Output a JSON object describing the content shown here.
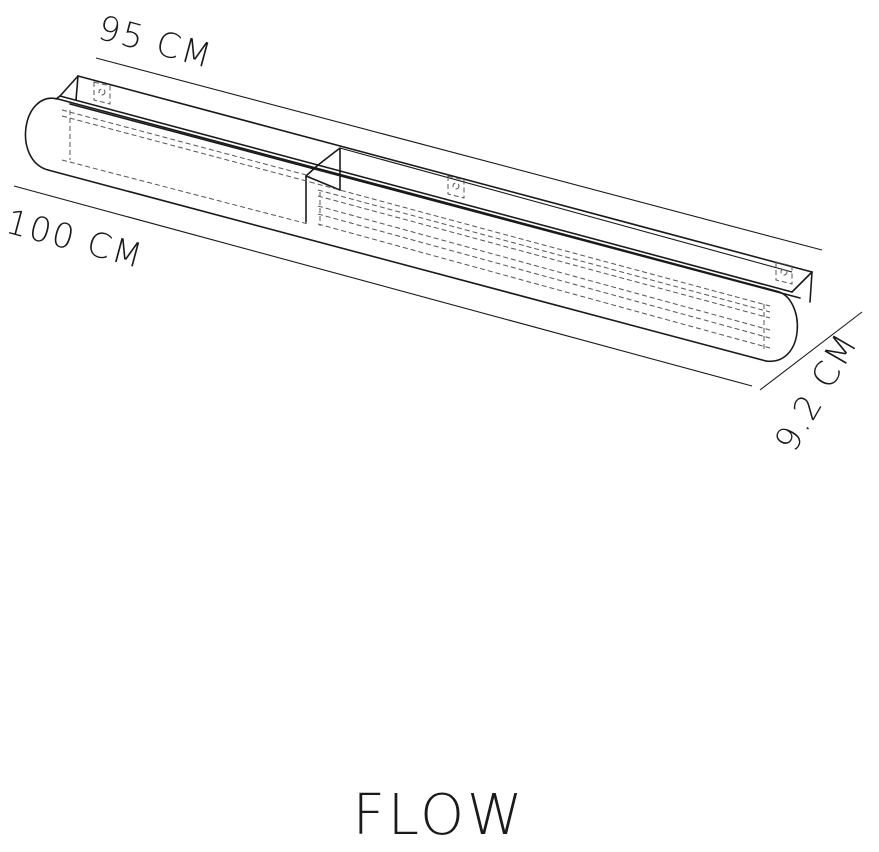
{
  "dimensions": {
    "inner_length": "95 CM",
    "outer_length": "100 CM",
    "depth": "9.2 CM"
  },
  "product": {
    "name": "FLOW"
  }
}
